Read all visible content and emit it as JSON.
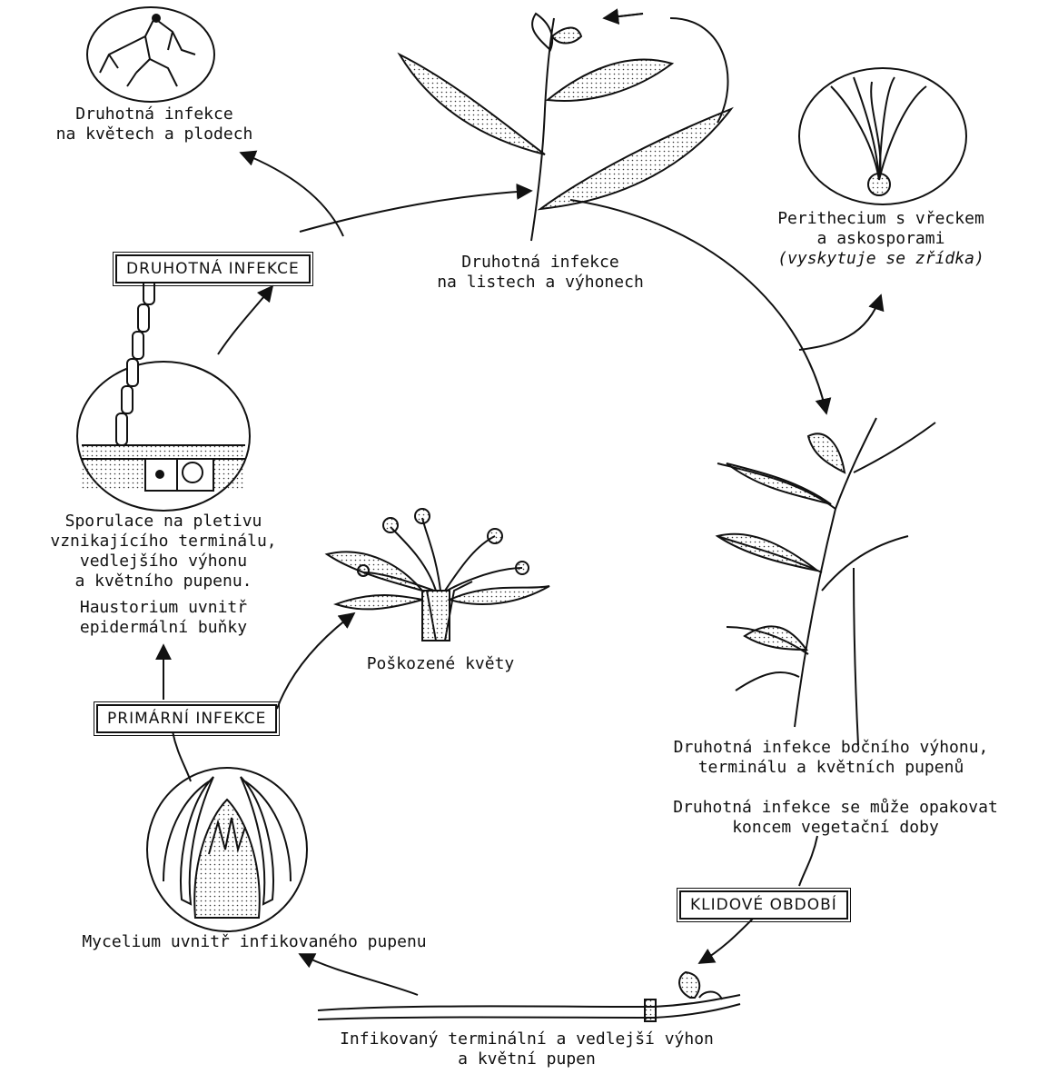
{
  "labels": {
    "flowers_fruits": [
      "Druhotná infekce",
      "na květech a plodech"
    ],
    "leaves_shoots": [
      "Druhotná infekce",
      "na listech a výhonech"
    ],
    "perithecium": [
      "Perithecium s vřeckem",
      "a askosporami"
    ],
    "perithecium_note": "(vyskytuje se zřídka)",
    "sporulation": [
      "Sporulace na pletivu",
      "vznikajícího terminálu,",
      "vedlejšího výhonu",
      "a květního pupenu."
    ],
    "haustorium": [
      "Haustorium uvnitř",
      "epidermální buňky"
    ],
    "damaged_flowers": "Poškozené květy",
    "side_shoot": [
      "Druhotná infekce bočního výhonu,",
      "terminálu a květních pupenů"
    ],
    "repeat": [
      "Druhotná infekce se může opakovat",
      "koncem vegetační doby"
    ],
    "mycelium": "Mycelium uvnitř infikovaného pupenu",
    "infected_shoot": [
      "Infikovaný terminální a vedlejší výhon",
      "a květní pupen"
    ]
  },
  "boxes": {
    "secondary": "DRUHOTNÁ INFEKCE",
    "primary": "PRIMÁRNÍ INFEKCE",
    "dormant": "KLIDOVÉ OBDOBÍ"
  }
}
